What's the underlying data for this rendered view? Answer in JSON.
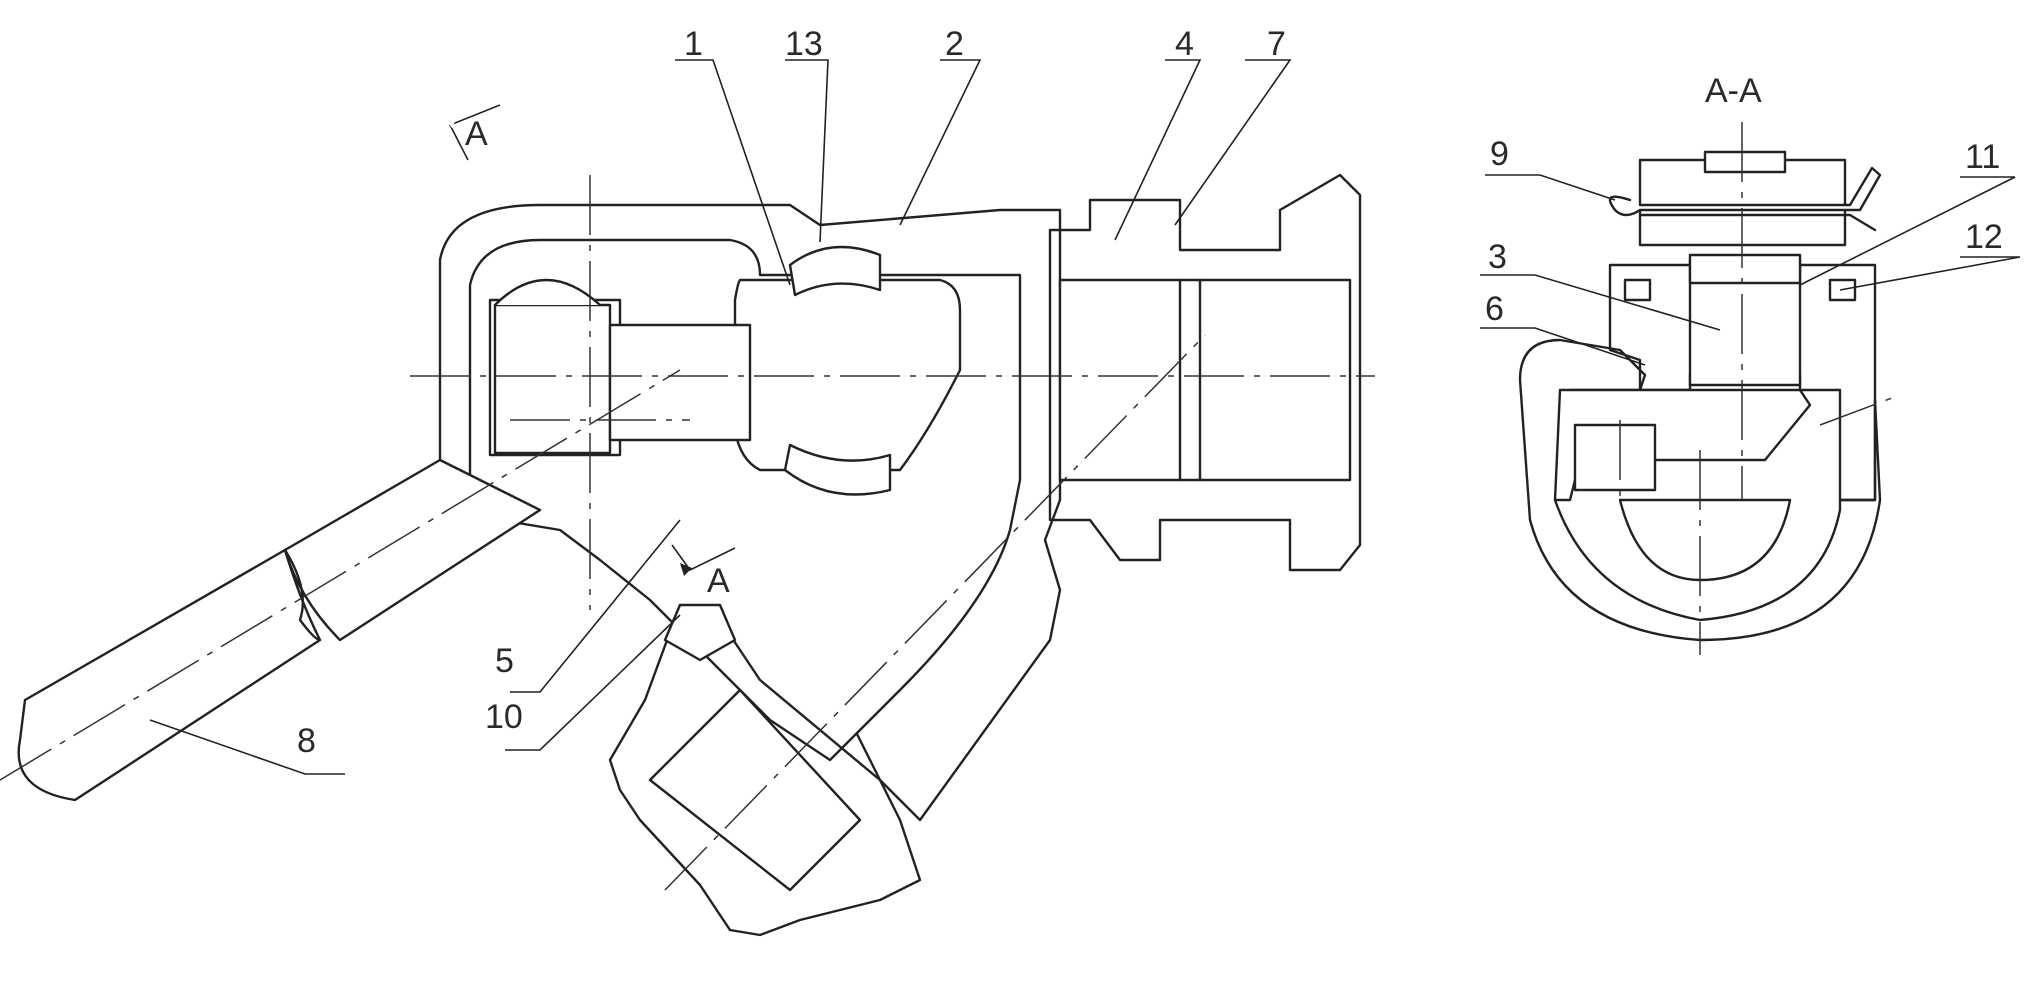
{
  "drawing": {
    "section_label": "A-A",
    "cut_letter": "A",
    "callouts": [
      "1",
      "13",
      "2",
      "4",
      "7",
      "5",
      "10",
      "8",
      "9",
      "11",
      "12",
      "3",
      "6"
    ]
  }
}
